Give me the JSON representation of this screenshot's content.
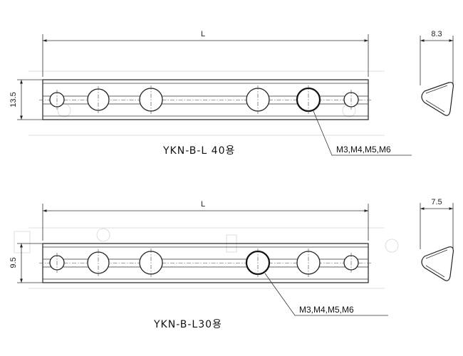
{
  "parts": [
    {
      "caption": "YKN-B-L 40용",
      "length_label": "L",
      "height_label": "13.5",
      "width_label": "8.3",
      "callout": "M3,M4,M5,M6"
    },
    {
      "caption": "YKN-B-L30용",
      "length_label": "L",
      "height_label": "9.5",
      "width_label": "7.5",
      "callout": "M3,M4,M5,M6"
    }
  ],
  "colors": {
    "line": "#222222",
    "ghost": "#d4d4d4"
  }
}
